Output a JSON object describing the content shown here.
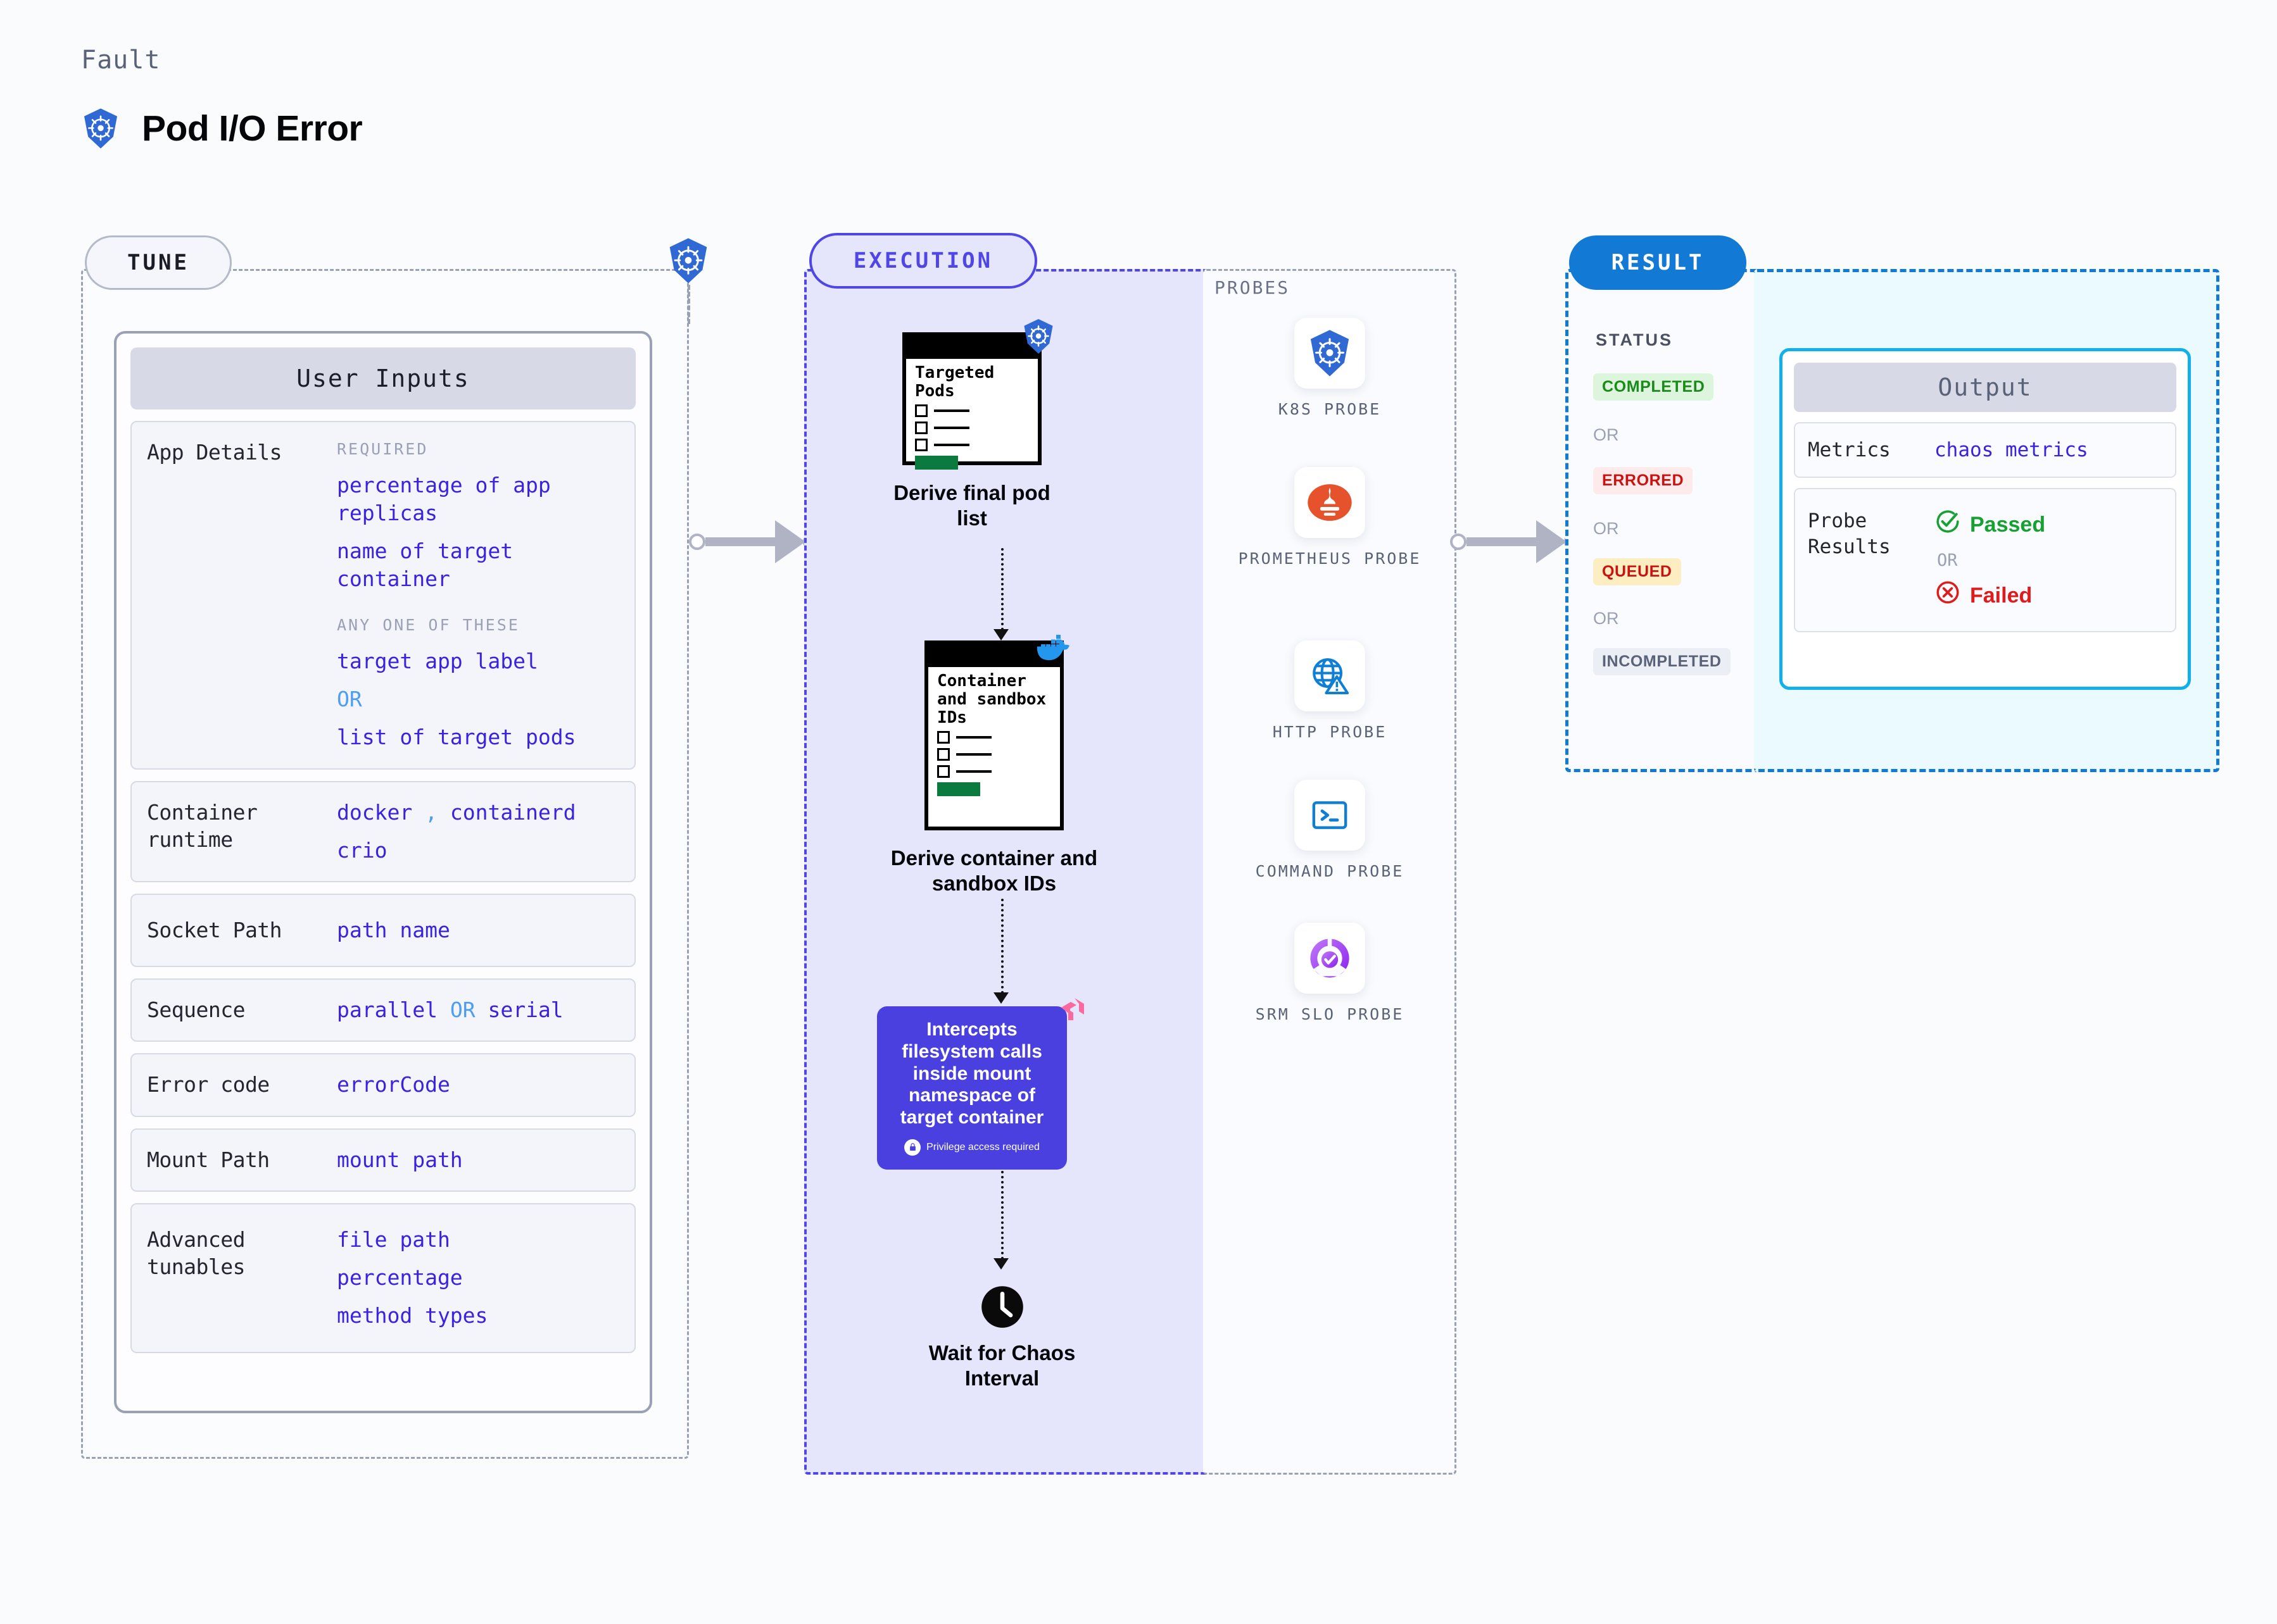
{
  "header": {
    "kicker": "Fault",
    "title": "Pod I/O Error",
    "icon": "kubernetes-icon"
  },
  "stages": {
    "tune": {
      "label": "TUNE"
    },
    "execution": {
      "label": "EXECUTION"
    },
    "result": {
      "label": "RESULT"
    }
  },
  "tune": {
    "card_title": "User Inputs",
    "rows": [
      {
        "label": "App Details",
        "hint_required": "REQUIRED",
        "required_values": [
          "percentage of app replicas",
          "name of target container"
        ],
        "hint_any": "ANY ONE OF THESE",
        "any_values": [
          "target app label",
          "list of target pods"
        ],
        "or": "OR"
      },
      {
        "label": "Container runtime",
        "values_line1": "docker",
        "separator": ",",
        "values_line1b": "containerd",
        "values_line2": "crio"
      },
      {
        "label": "Socket Path",
        "value": "path name"
      },
      {
        "label": "Sequence",
        "value_a": "parallel",
        "or": "OR",
        "value_b": "serial"
      },
      {
        "label": "Error code",
        "value": "errorCode"
      },
      {
        "label": "Mount Path",
        "value": "mount path"
      },
      {
        "label": "Advanced tunables",
        "values": [
          "file path",
          "percentage",
          "method types"
        ]
      }
    ]
  },
  "execution": {
    "nodes": [
      {
        "doc_title": "Targeted Pods",
        "caption": "Derive final pod list",
        "badge": "kubernetes-icon"
      },
      {
        "doc_title": "Container and sandbox IDs",
        "caption": "Derive container and sandbox IDs",
        "badge": "docker-icon"
      }
    ],
    "callout": {
      "text": "Intercepts filesystem calls inside mount namespace of target container",
      "privilege_note": "Privilege access required",
      "badge": "litmus-icon",
      "color": "#4a40e0"
    },
    "wait": {
      "caption": "Wait for Chaos Interval",
      "icon": "clock-icon"
    }
  },
  "probes": {
    "title": "PROBES",
    "items": [
      {
        "label": "K8S PROBE",
        "icon": "kubernetes-icon"
      },
      {
        "label": "PROMETHEUS PROBE",
        "icon": "prometheus-icon"
      },
      {
        "label": "HTTP PROBE",
        "icon": "globe-warning-icon"
      },
      {
        "label": "COMMAND PROBE",
        "icon": "terminal-icon"
      },
      {
        "label": "SRM SLO PROBE",
        "icon": "srm-slo-icon"
      }
    ]
  },
  "result": {
    "status_title": "STATUS",
    "or": "OR",
    "statuses": [
      {
        "label": "COMPLETED",
        "bg": "#dcf5dc",
        "fg": "#1a8a1a"
      },
      {
        "label": "ERRORED",
        "bg": "#fdeaea",
        "fg": "#cc1111"
      },
      {
        "label": "QUEUED",
        "bg": "#fdeec2",
        "fg": "#cc1111"
      },
      {
        "label": "INCOMPLETED",
        "bg": "#eceef5",
        "fg": "#5a6277"
      }
    ],
    "output": {
      "card_title": "Output",
      "rows": [
        {
          "label": "Metrics",
          "value": "chaos metrics"
        },
        {
          "label": "Probe Results",
          "passed": "Passed",
          "or": "OR",
          "failed": "Failed"
        }
      ]
    }
  },
  "colors": {
    "accent_purple": "#4f46e5",
    "accent_blue": "#1279d4",
    "value_blue": "#3a22e0",
    "or_blue": "#4d9cf5",
    "k8s_blue": "#3069d3"
  }
}
